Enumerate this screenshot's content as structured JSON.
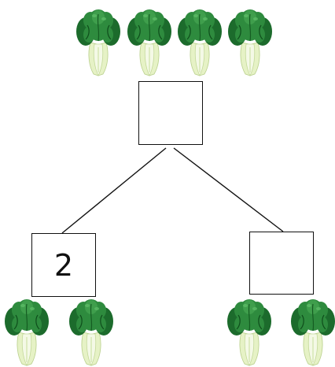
{
  "diagram": {
    "type": "number-bond",
    "top_group": {
      "item_icon": "bok-choy-icon",
      "count": 4,
      "box_value": ""
    },
    "left_group": {
      "item_icon": "bok-choy-icon",
      "count": 2,
      "box_value": "2"
    },
    "right_group": {
      "item_icon": "bok-choy-icon",
      "count": 2,
      "box_value": ""
    }
  },
  "colors": {
    "leaf_dark": "#1c6b2c",
    "leaf_mid": "#2e8b3e",
    "leaf_light": "#4aae55",
    "stem_light": "#f2f8df",
    "stem_shade": "#cfe3a8",
    "line": "#111111"
  }
}
